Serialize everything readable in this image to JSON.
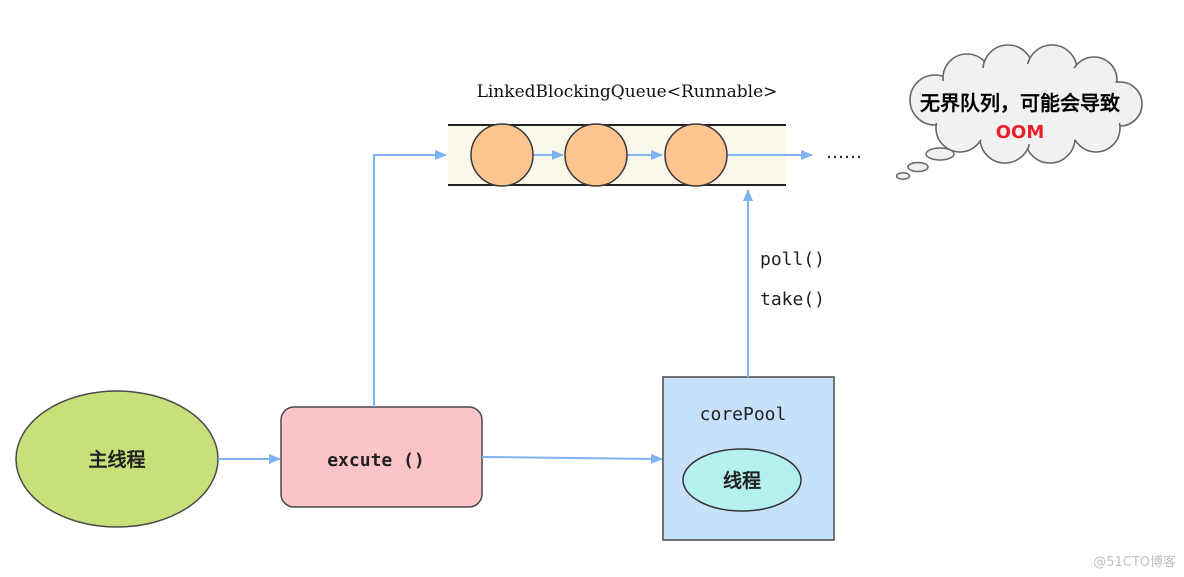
{
  "queue": {
    "label": "LinkedBlockingQueue<Runnable>",
    "ellipsis": "……"
  },
  "thought": {
    "line1": "无界队列，可能会导致",
    "line2": "OOM"
  },
  "main_thread": {
    "label": "主线程"
  },
  "execute": {
    "label": "excute ()"
  },
  "core_pool": {
    "label": "corePool",
    "thread_label": "线程"
  },
  "poll_labels": {
    "poll": "poll()",
    "take": "take()"
  },
  "watermark": "@51CTO博客",
  "colors": {
    "arrow": "#7fb2ef",
    "queue_ball": "#fcc590",
    "main_thread_fill": "#c8e07a",
    "execute_fill": "#fac4c8",
    "core_pool_fill": "#c7e0fb",
    "thread_fill": "#b5f0f0",
    "oom_red": "#e8202a"
  }
}
